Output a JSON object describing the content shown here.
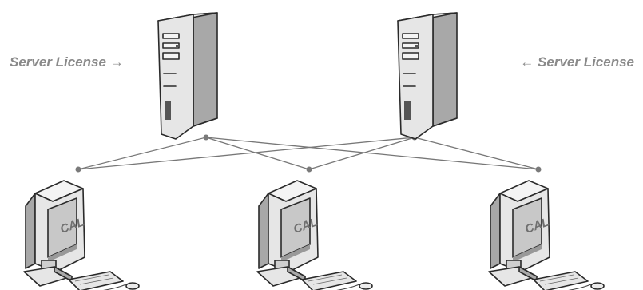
{
  "servers": [
    {
      "license_label": "Server License",
      "arrow": "→"
    },
    {
      "license_label": "Server License",
      "arrow": "←"
    }
  ],
  "clients": [
    {
      "label": "CAL"
    },
    {
      "label": "CAL"
    },
    {
      "label": "CAL"
    }
  ],
  "colors": {
    "outline": "#2a2a2a",
    "device_face": "#e6e6e6",
    "device_side": "#a8a8a8",
    "network_line": "#777777",
    "label_text": "#8a8a8a"
  }
}
